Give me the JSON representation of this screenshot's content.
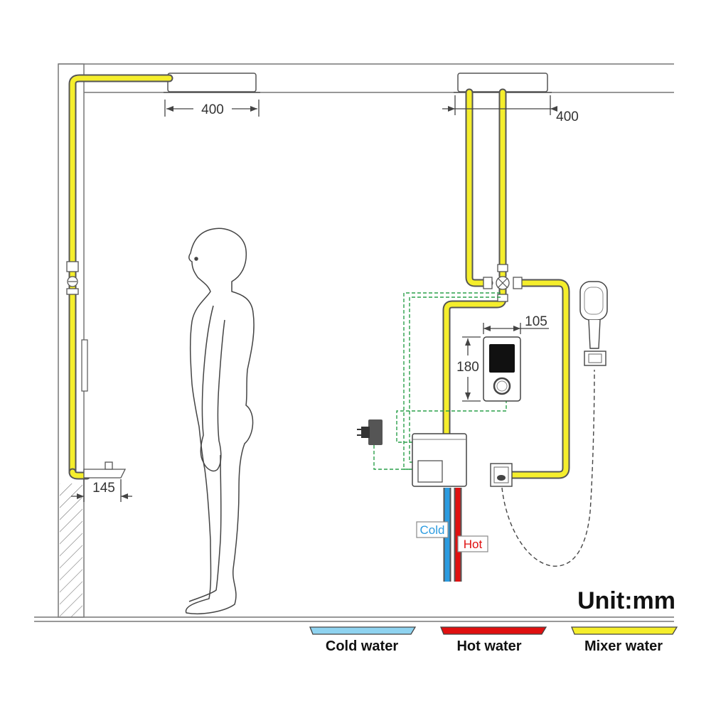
{
  "dimensions": {
    "left_head_width": "400",
    "right_head_width": "400",
    "panel_width": "105",
    "panel_height": "180",
    "spout_depth": "145"
  },
  "pipe_tags": {
    "cold": "Cold",
    "hot": "Hot"
  },
  "unit_label": "Unit:mm",
  "legend": [
    {
      "label": "Cold water",
      "color": "#8fd3f0"
    },
    {
      "label": "Hot water",
      "color": "#e01010"
    },
    {
      "label": "Mixer water",
      "color": "#f5ee2c"
    }
  ],
  "colors": {
    "cold": "#2b9be0",
    "hot": "#e01010",
    "mixer": "#f5ee2c",
    "wiring": "#2aa04a",
    "lines": "#555555"
  },
  "icons": [
    "person-figure",
    "power-adapter-icon",
    "control-panel-icon",
    "hand-shower-icon",
    "hose-outlet-icon"
  ]
}
